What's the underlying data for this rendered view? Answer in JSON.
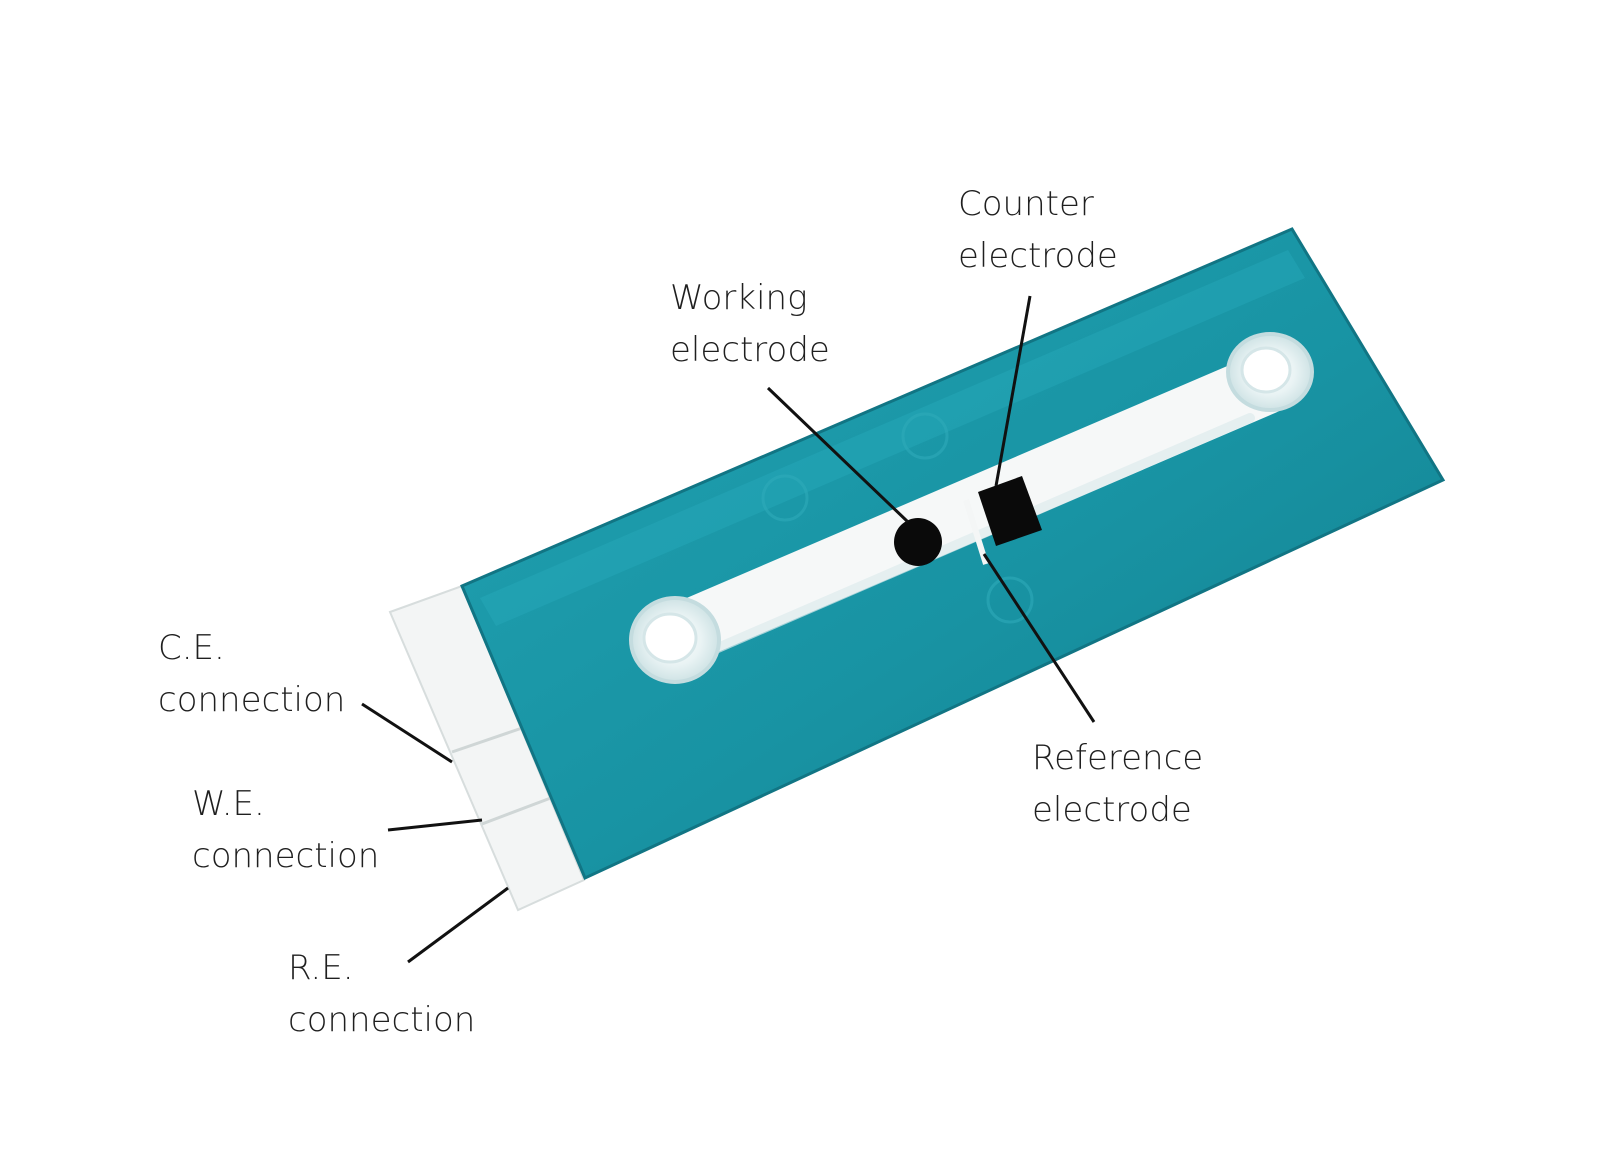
{
  "colors": {
    "chip_body": "#1a97a7",
    "chip_edge": "#127f8e",
    "channel": "#f6f8f8",
    "connector_strip": "#f3f5f5",
    "electrode": "#0a0a0a",
    "leader_line": "#111111",
    "label_text": "#1f1f1f"
  },
  "labels": {
    "counter_electrode": {
      "line1": "Counter",
      "line2": "electrode"
    },
    "working_electrode": {
      "line1": "Working",
      "line2": "electrode"
    },
    "reference_electrode": {
      "line1": "Reference",
      "line2": "electrode"
    },
    "ce_connection": {
      "line1": "C.E.",
      "line2": "connection"
    },
    "we_connection": {
      "line1": "W.E.",
      "line2": "connection"
    },
    "re_connection": {
      "line1": "R.E.",
      "line2": "connection"
    }
  }
}
